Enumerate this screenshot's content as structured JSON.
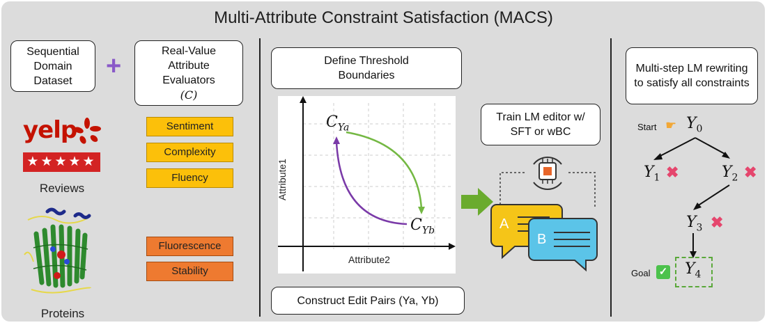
{
  "title": "Multi-Attribute Constraint Satisfaction (MACS)",
  "left": {
    "dataset_box": "Sequential Domain Dataset",
    "plus": "+",
    "evaluator_box_text": "Real-Value Attribute Evaluators",
    "evaluator_symbol": "(C)",
    "text_attributes": [
      "Sentiment",
      "Complexity",
      "Fluency"
    ],
    "protein_attributes": [
      "Fluorescence",
      "Stability"
    ],
    "reviews_caption": "Reviews",
    "proteins_caption": "Proteins",
    "yelp_logo_text": "yelp"
  },
  "middle": {
    "define_box": "Define Threshold Boundaries",
    "ylabel": "Attribute1",
    "xlabel": "Attribute2",
    "point_a": "C",
    "point_a_sub": "Ya",
    "point_b": "C",
    "point_b_sub": "Yb",
    "construct_box": "Construct Edit Pairs (Ya, Yb)",
    "train_box": "Train LM editor w/ SFT or wBC",
    "bubble_a": "A",
    "bubble_b": "B",
    "colors": {
      "green_curve": "#74b843",
      "purple_curve": "#7a3aa8",
      "bubble_a": "#f5c518",
      "bubble_b": "#5bc4e8"
    }
  },
  "right": {
    "rewrite_box": "Multi-step LM rewriting to satisfy all constraints",
    "start_label": "Start",
    "goal_label": "Goal",
    "nodes": {
      "y0": "Y",
      "y0_sub": "0",
      "y1": "Y",
      "y1_sub": "1",
      "y2": "Y",
      "y2_sub": "2",
      "y3": "Y",
      "y3_sub": "3",
      "y4": "Y",
      "y4_sub": "4"
    },
    "fail_mark": "✖",
    "goal_mark": "✓"
  }
}
